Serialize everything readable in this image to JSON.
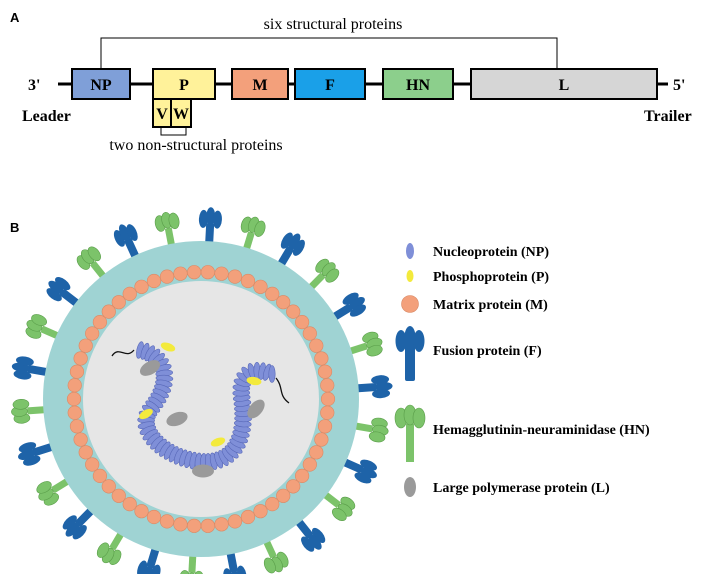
{
  "panel_a": {
    "label": "A",
    "five_prime": "5'",
    "three_prime": "3'",
    "leader": "Leader",
    "trailer": "Trailer",
    "structural_caption": "six structural proteins",
    "nonstructural_caption": "two non-structural proteins",
    "genes": [
      {
        "label": "NP",
        "color": "#7f9fd8"
      },
      {
        "label": "P",
        "color": "#fff29a"
      },
      {
        "label": "M",
        "color": "#f3a07b"
      },
      {
        "label": "F",
        "color": "#1aa0e8"
      },
      {
        "label": "HN",
        "color": "#8ccf8c"
      },
      {
        "label": "L",
        "color": "#d6d6d6"
      }
    ],
    "subgenes": [
      {
        "label": "V",
        "color": "#fff29a"
      },
      {
        "label": "W",
        "color": "#fff29a"
      }
    ]
  },
  "panel_b": {
    "label": "B",
    "colors": {
      "envelope": "#9fd3d3",
      "interior": "#e6e6e6",
      "matrix": "#f3a07b",
      "nucleoprotein": "#7f8fd8",
      "phosphoprotein": "#f3ea3c",
      "polymerase": "#9a9a9a",
      "fusion": "#1e63a8",
      "hn": "#7cc36a"
    },
    "legend": [
      {
        "icon": "nucleoprotein",
        "text": "Nucleoprotein (NP)"
      },
      {
        "icon": "phosphoprotein",
        "text": "Phosphoprotein (P)"
      },
      {
        "icon": "matrix",
        "text": "Matrix protein (M)"
      },
      {
        "icon": "fusion",
        "text": "Fusion protein (F)"
      },
      {
        "icon": "hn",
        "text": "Hemagglutinin-neuraminidase (HN)"
      },
      {
        "icon": "polymerase",
        "text": "Large polymerase protein (L)"
      }
    ]
  }
}
